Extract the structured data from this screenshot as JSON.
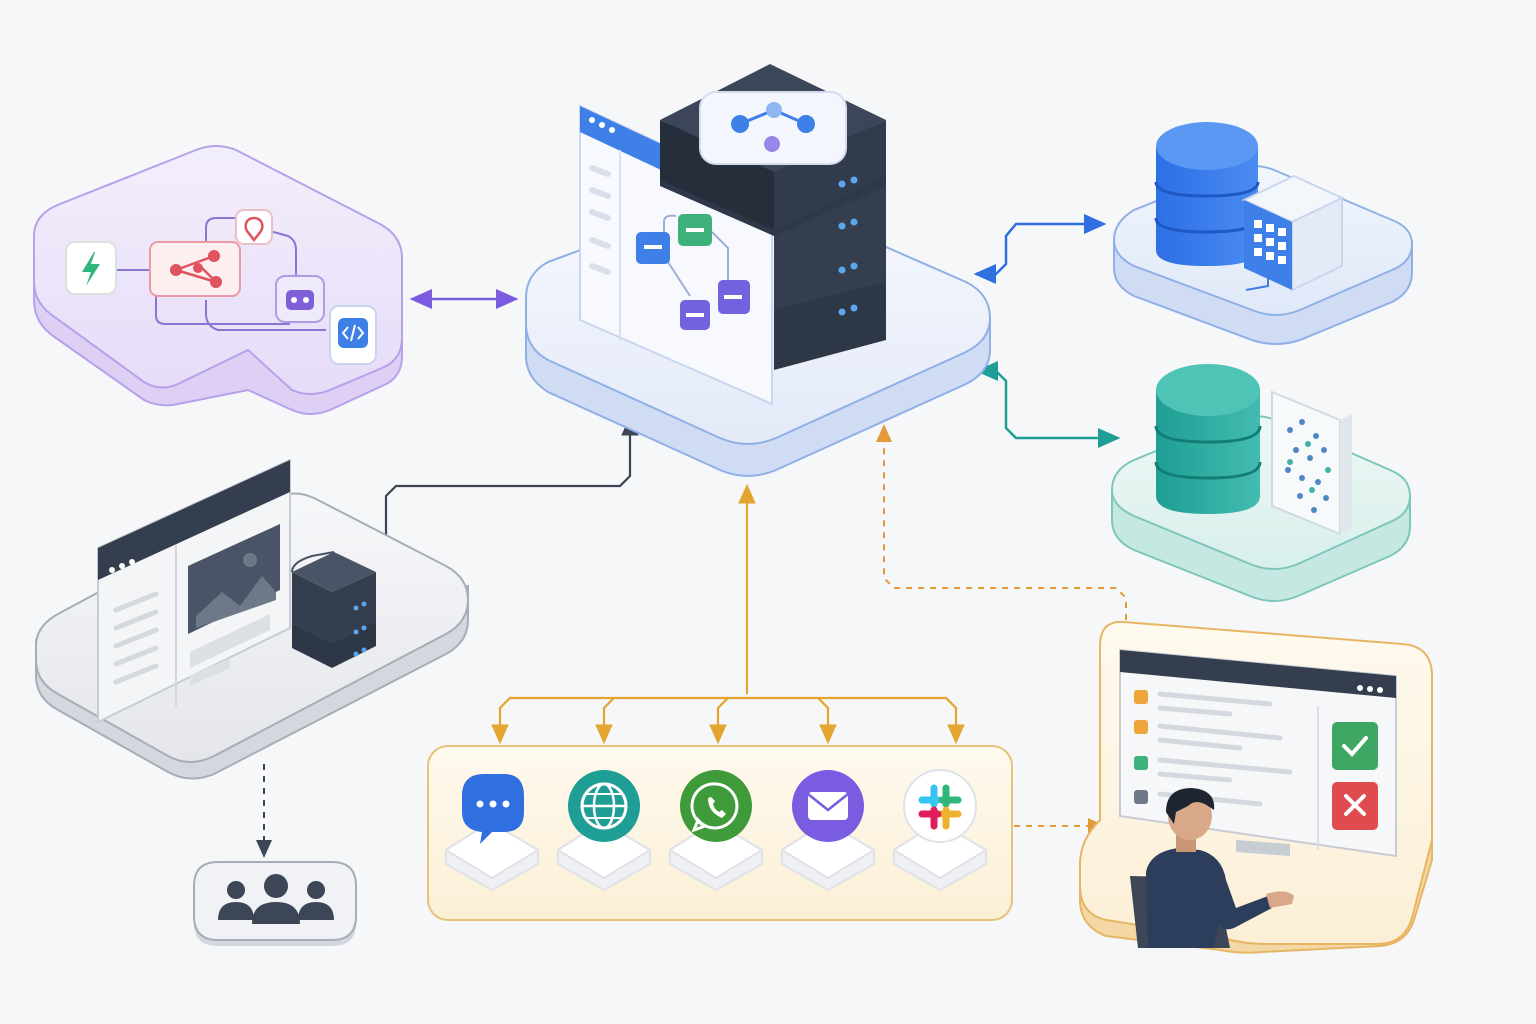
{
  "diagram": {
    "nodes": [
      {
        "id": "workflow-builder",
        "icons": [
          "bolt-icon",
          "share-nodes-icon",
          "location-pin-icon",
          "bot-icon",
          "code-icon"
        ]
      },
      {
        "id": "central-server",
        "icons": [
          "flow-graph-icon",
          "server-stack-icon",
          "workflow-window-icon"
        ]
      },
      {
        "id": "database-grid",
        "icons": [
          "database-icon",
          "grid-cube-icon"
        ],
        "color": "#2f6fe0"
      },
      {
        "id": "vector-database",
        "icons": [
          "database-icon",
          "scatter-panel-icon"
        ],
        "color": "#1f9e95"
      },
      {
        "id": "web-app",
        "icons": [
          "browser-window-icon",
          "image-icon",
          "server-stack-icon"
        ]
      },
      {
        "id": "users",
        "icons": [
          "user-group-icon"
        ]
      },
      {
        "id": "channels",
        "icons": [
          "chat-bubble-icon",
          "globe-icon",
          "whatsapp-icon",
          "mail-icon",
          "slack-icon"
        ]
      },
      {
        "id": "human-review",
        "icons": [
          "monitor-icon",
          "check-icon",
          "x-icon",
          "person-icon"
        ]
      }
    ],
    "edges": [
      {
        "from": "workflow-builder",
        "to": "central-server",
        "style": "solid",
        "direction": "both",
        "color": "#7a5ce0"
      },
      {
        "from": "central-server",
        "to": "database-grid",
        "style": "solid",
        "direction": "both",
        "color": "#2f6fe0"
      },
      {
        "from": "central-server",
        "to": "vector-database",
        "style": "solid",
        "direction": "both",
        "color": "#1f9e95"
      },
      {
        "from": "web-app",
        "to": "central-server",
        "style": "solid",
        "direction": "forward",
        "color": "#3c4656"
      },
      {
        "from": "web-app",
        "to": "users",
        "style": "dashed",
        "direction": "forward",
        "color": "#3c4656"
      },
      {
        "from": "central-server",
        "to": "channels",
        "style": "solid",
        "direction": "forward",
        "color": "#e3a52e"
      },
      {
        "from": "channels",
        "to": "human-review",
        "style": "dashed",
        "direction": "forward",
        "color": "#e39a3a"
      },
      {
        "from": "human-review",
        "to": "central-server",
        "style": "dashed",
        "direction": "forward",
        "color": "#e39a3a"
      }
    ]
  }
}
